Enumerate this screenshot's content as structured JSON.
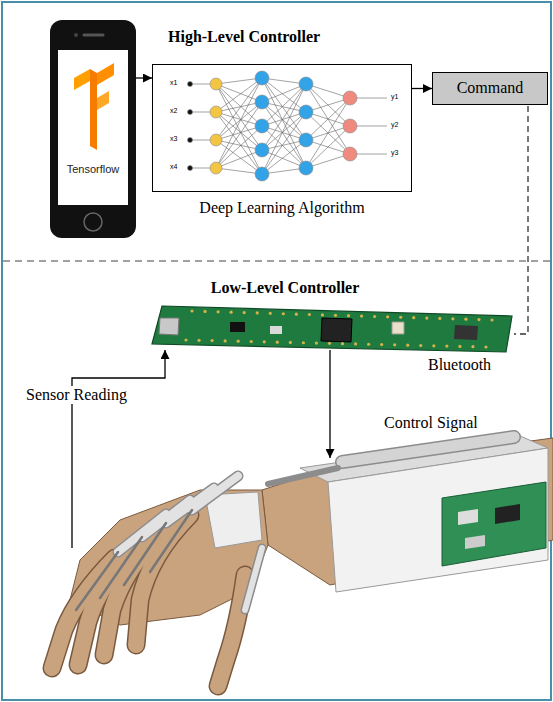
{
  "diagram": {
    "nodes": [
      {
        "text": [
          "Tensorflow"
        ]
      },
      {
        "text": [
          "Deep Learning Algorithm"
        ]
      },
      {
        "text": [
          "Command"
        ]
      }
    ],
    "edges": [
      {
        "from": 0,
        "to": 1,
        "arrow": "to"
      },
      {
        "from": 1,
        "to": 2,
        "arrow": "to"
      }
    ],
    "labels": [
      "High-Level Controller",
      "Low-Level Controller",
      "Bluetooth",
      "Sensor Reading",
      "Control Signal",
      "x1",
      "x2",
      "x3",
      "x4",
      "y1",
      "y2",
      "y3"
    ]
  }
}
